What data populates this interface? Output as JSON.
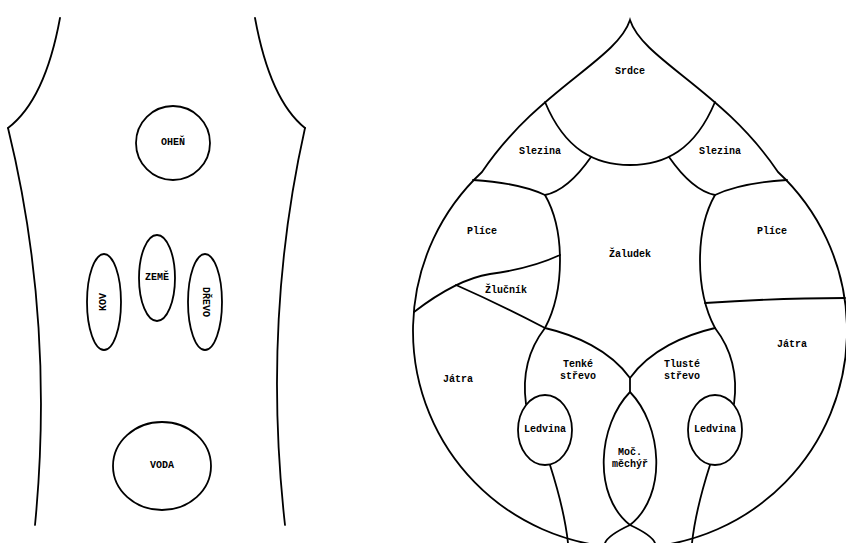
{
  "diagram": {
    "nodes": [
      {
        "text": [
          "OHEŇ"
        ]
      },
      {
        "text": [
          "KOV"
        ]
      },
      {
        "text": [
          "ZEMĚ"
        ]
      },
      {
        "text": [
          "DŘEVO"
        ]
      },
      {
        "text": [
          "VODA"
        ]
      },
      {
        "text": [
          "Srdce"
        ]
      },
      {
        "text": [
          "Slezina"
        ]
      },
      {
        "text": [
          "Slezina"
        ]
      },
      {
        "text": [
          "Plíce"
        ]
      },
      {
        "text": [
          "Plíce"
        ]
      },
      {
        "text": [
          "Žaludek"
        ]
      },
      {
        "text": [
          "Žlučník"
        ]
      },
      {
        "text": [
          "Játra"
        ]
      },
      {
        "text": [
          "Játra"
        ]
      },
      {
        "text": [
          "Tenké střevo"
        ]
      },
      {
        "text": [
          "Tlusté střevo"
        ]
      },
      {
        "text": [
          "Ledvina"
        ]
      },
      {
        "text": [
          "Moč. měchýř"
        ]
      },
      {
        "text": [
          "Ledvina"
        ]
      }
    ]
  }
}
